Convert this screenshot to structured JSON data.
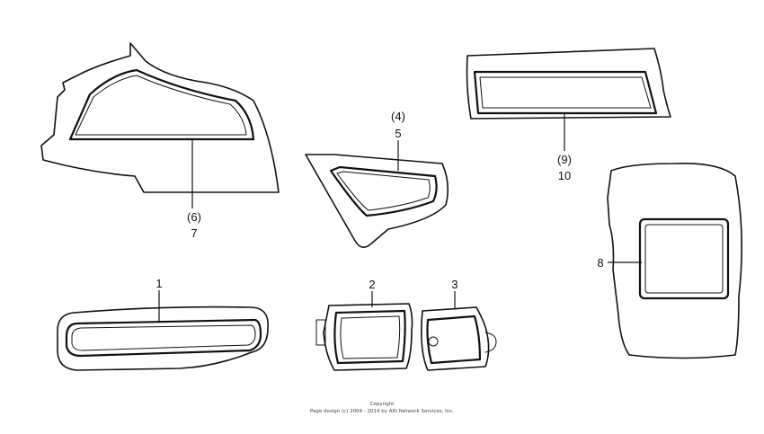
{
  "callouts": {
    "c1": "1",
    "c2": "2",
    "c3": "3",
    "c4": "(4)",
    "c5": "5",
    "c6": "(6)",
    "c7": "7",
    "c8": "8",
    "c9": "(9)",
    "c10": "10"
  },
  "copyright": {
    "line1": "Copyright",
    "line2": "Page design (c) 2004 - 2014 by ARI Network Services, Inc."
  }
}
